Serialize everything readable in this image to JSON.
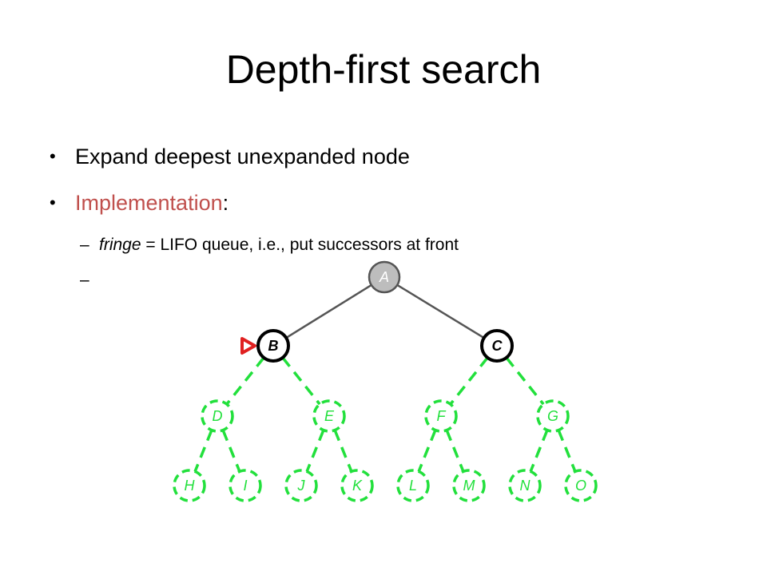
{
  "slide": {
    "title": "Depth-first search",
    "bullets": [
      {
        "text": "Expand deepest unexpanded node"
      },
      {
        "highlight": "Implementation",
        "suffix": ":"
      }
    ],
    "sub_bullets": [
      {
        "dash": "–",
        "italic": "fringe",
        "text": " = LIFO queue, i.e., put successors at front"
      },
      {
        "dash": "–"
      }
    ]
  },
  "tree": {
    "colors": {
      "expanded_fill": "#bdbdbd",
      "frontier_fill": "#ffffff",
      "edge_expanded": "#555555",
      "node_stroke": "#000000",
      "unexplored": "#22e03c",
      "marker": "#e02020"
    },
    "current_node": "B",
    "nodes": [
      {
        "id": "A",
        "label": "A",
        "state": "expanded"
      },
      {
        "id": "B",
        "label": "B",
        "state": "frontier"
      },
      {
        "id": "C",
        "label": "C",
        "state": "frontier"
      },
      {
        "id": "D",
        "label": "D",
        "state": "unexplored"
      },
      {
        "id": "E",
        "label": "E",
        "state": "unexplored"
      },
      {
        "id": "F",
        "label": "F",
        "state": "unexplored"
      },
      {
        "id": "G",
        "label": "G",
        "state": "unexplored"
      },
      {
        "id": "H",
        "label": "H",
        "state": "unexplored"
      },
      {
        "id": "I",
        "label": "I",
        "state": "unexplored"
      },
      {
        "id": "J",
        "label": "J",
        "state": "unexplored"
      },
      {
        "id": "K",
        "label": "K",
        "state": "unexplored"
      },
      {
        "id": "L",
        "label": "L",
        "state": "unexplored"
      },
      {
        "id": "M",
        "label": "M",
        "state": "unexplored"
      },
      {
        "id": "N",
        "label": "N",
        "state": "unexplored"
      },
      {
        "id": "O",
        "label": "O",
        "state": "unexplored"
      }
    ],
    "edges": [
      [
        "A",
        "B"
      ],
      [
        "A",
        "C"
      ],
      [
        "B",
        "D"
      ],
      [
        "B",
        "E"
      ],
      [
        "C",
        "F"
      ],
      [
        "C",
        "G"
      ],
      [
        "D",
        "H"
      ],
      [
        "D",
        "I"
      ],
      [
        "E",
        "J"
      ],
      [
        "E",
        "K"
      ],
      [
        "F",
        "L"
      ],
      [
        "F",
        "M"
      ],
      [
        "G",
        "N"
      ],
      [
        "G",
        "O"
      ]
    ]
  }
}
